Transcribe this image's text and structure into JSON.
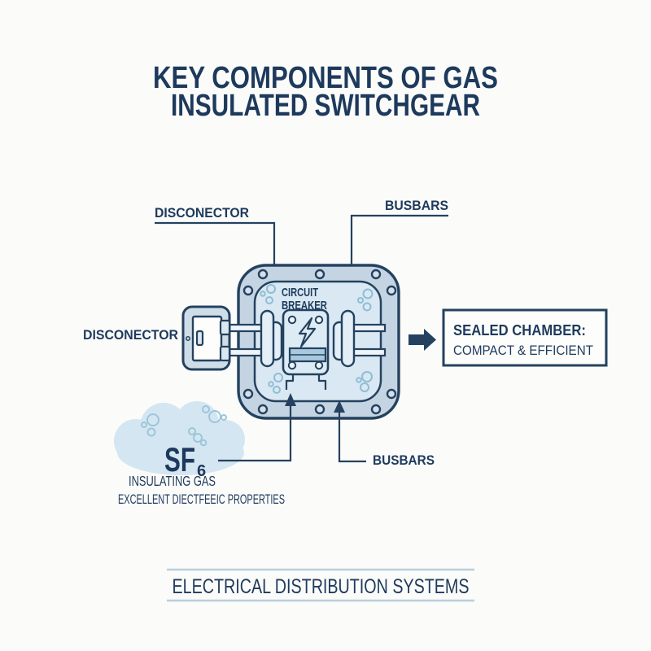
{
  "title": {
    "line1": "KEY COMPONENTS OF GAS",
    "line2": "INSULATED SWITCHGEAR"
  },
  "labels": {
    "disconnector_top": "DISCONECTOR",
    "busbars_top": "BUSBARS",
    "disconnector_left": "DISCONECTOR",
    "circuit_breaker_line1": "CIRCUIT",
    "circuit_breaker_line2": "BREAKER",
    "sealed_chamber_line1": "SEALED CHAMBER:",
    "sealed_chamber_line2": "COMPACT & EFFICIENT",
    "sf6": "SF",
    "sf6_subscript": "6",
    "insulating_gas": "INSULATING GAS",
    "dielectric_properties": "EXCELLENT DIECTFEEIC PROPERTIES",
    "busbars_bottom": "BUSBARS"
  },
  "footer": {
    "text": "ELECTRICAL DISTRIBUTION SYSTEMS"
  },
  "icons": {
    "lightning_bolt": "lightning-bolt",
    "gas_cloud": "gas-cloud",
    "arrow_right": "arrow-right",
    "arrow_up": "arrow-up"
  },
  "colors": {
    "bg": "#fbfbfa",
    "text": "#1d3a5c",
    "navy": "#24425f",
    "flange": "#c5d4e2",
    "inner": "#d9e8f2",
    "breaker": "#dcebf4",
    "bar": "#a9c8dd",
    "bubble": "#8fbdd6",
    "cloud": "#d4e6f1",
    "footerline": "#b9cfdb",
    "boxbg": "#fdfdfc"
  }
}
